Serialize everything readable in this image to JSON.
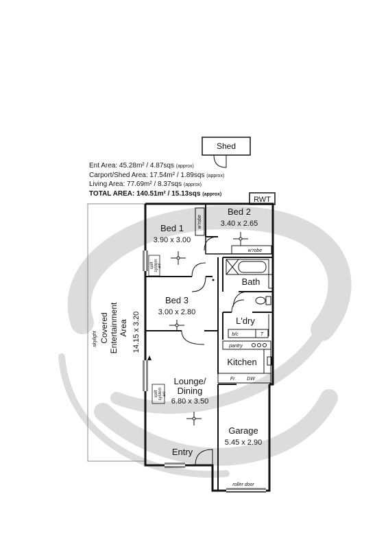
{
  "title": "",
  "areas": [
    {
      "label": "Ent Area: 45.28m² / 4.87sqs",
      "note": "(approx)"
    },
    {
      "label": "Carport/Shed Area: 17.54m² / 1.89sqs",
      "note": "(approx)"
    },
    {
      "label": "Living Area: 77.69m² / 8.37sqs",
      "note": "(approx)"
    }
  ],
  "total_area": {
    "label": "TOTAL AREA: 140.51m² / 15.13sqs",
    "note": "(approx)"
  },
  "rooms": {
    "shed": "Shed",
    "rwt": "RWT",
    "bed1": {
      "name": "Bed 1",
      "dims": "3.90 x 3.00"
    },
    "bed2": {
      "name": "Bed 2",
      "dims": "3.40 x 2.65"
    },
    "bed3": {
      "name": "Bed 3",
      "dims": "3.00 x 2.80"
    },
    "bath": "Bath",
    "laundry": "L'dry",
    "kitchen": "Kitchen",
    "lounge": {
      "name1": "Lounge/",
      "name2": "Dining",
      "dims": "6.80 x 3.50"
    },
    "garage": {
      "name": "Garage",
      "dims": "5.45 x 2.90"
    },
    "entry": "Entry",
    "covered": {
      "skylight": "skylight",
      "line1": "Covered",
      "line2": "Entertainment",
      "line3": "Area",
      "dims": "14.15 x 3.20"
    }
  },
  "fixtures": {
    "wrobe1": "w'robe",
    "wrobe2": "w'robe",
    "split1": {
      "line1": "split",
      "line2": "system",
      "line3": "a/c"
    },
    "split2": {
      "line1": "split",
      "line2": "system",
      "line3": "a/c"
    },
    "bic": "b/c",
    "t": "T",
    "pantry": "pantry",
    "fr": "Fr.",
    "dw": "DW",
    "roller_door": "roller door"
  },
  "colors": {
    "walls": "#111111",
    "watermark": "#d9d9d9",
    "covered_area": "#888888"
  }
}
